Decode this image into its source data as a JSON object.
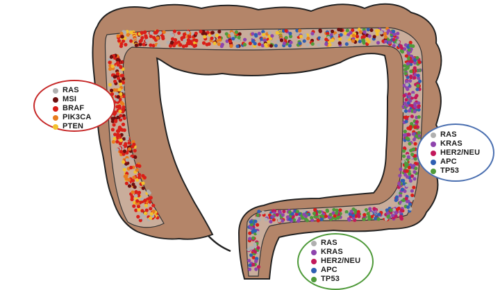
{
  "colors": {
    "tissue": "#b48569",
    "tissue_outline": "#222222",
    "lumen": "#c9ad9b",
    "background": "#ffffff"
  },
  "legends": {
    "left": {
      "border_color": "#c62828",
      "items": [
        {
          "label": "RAS",
          "color": "#b0b0b0"
        },
        {
          "label": "MSI",
          "color": "#6d0f0f"
        },
        {
          "label": "BRAF",
          "color": "#d91e18"
        },
        {
          "label": "PIK3CA",
          "color": "#e87c1e"
        },
        {
          "label": "PTEN",
          "color": "#f2c12e"
        }
      ]
    },
    "right": {
      "border_color": "#4a6fb0",
      "items": [
        {
          "label": "RAS",
          "color": "#b0b0b0"
        },
        {
          "label": "KRAS",
          "color": "#8e44ad"
        },
        {
          "label": "HER2/NEU",
          "color": "#c2185b"
        },
        {
          "label": "APC",
          "color": "#2f5fb3"
        },
        {
          "label": "TP53",
          "color": "#4f9a3a"
        }
      ]
    },
    "bottom": {
      "border_color": "#4f9a3a",
      "items": [
        {
          "label": "RAS",
          "color": "#b0b0b0"
        },
        {
          "label": "KRAS",
          "color": "#8e44ad"
        },
        {
          "label": "HER2/NEU",
          "color": "#c2185b"
        },
        {
          "label": "APC",
          "color": "#2f5fb3"
        },
        {
          "label": "TP53",
          "color": "#4f9a3a"
        }
      ]
    }
  },
  "regions": {
    "proximal_palette": [
      "#d91e18",
      "#d91e18",
      "#d91e18",
      "#6d0f0f",
      "#e87c1e",
      "#f2c12e",
      "#b0b0b0"
    ],
    "transition_palette": [
      "#d91e18",
      "#6d0f0f",
      "#e87c1e",
      "#f2c12e",
      "#8e44ad",
      "#4f9a3a",
      "#2f5fb3",
      "#b0b0b0"
    ],
    "distal_palette": [
      "#4f9a3a",
      "#4f9a3a",
      "#8e44ad",
      "#8e44ad",
      "#2f5fb3",
      "#c2185b",
      "#b0b0b0",
      "#d91e18"
    ]
  }
}
